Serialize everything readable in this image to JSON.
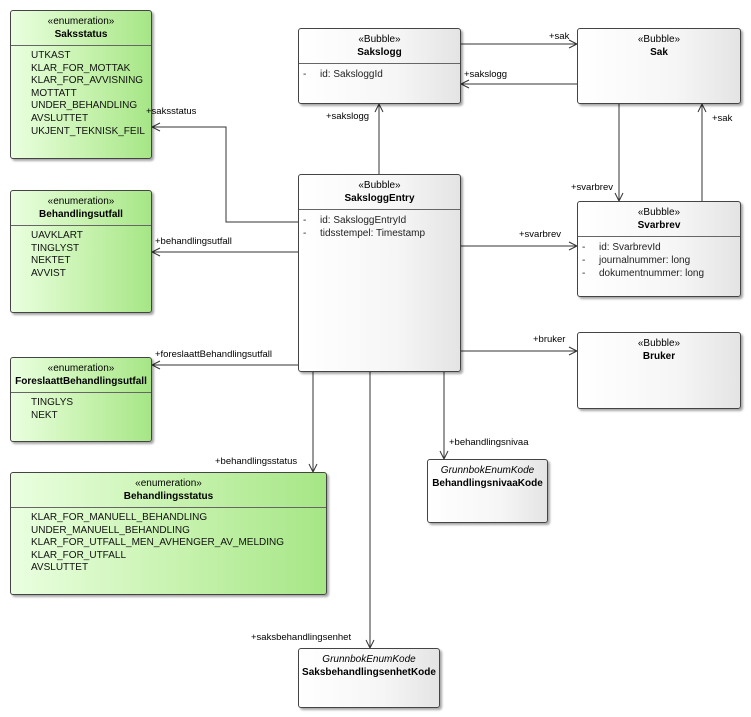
{
  "classes": {
    "saksstatus": {
      "stereotype": "«enumeration»",
      "name": "Saksstatus",
      "literals": [
        "UTKAST",
        "KLAR_FOR_MOTTAK",
        "KLAR_FOR_AVVISNING",
        "MOTTATT",
        "UNDER_BEHANDLING",
        "AVSLUTTET",
        "UKJENT_TEKNISK_FEIL"
      ]
    },
    "behandlingsutfall": {
      "stereotype": "«enumeration»",
      "name": "Behandlingsutfall",
      "literals": [
        "UAVKLART",
        "TINGLYST",
        "NEKTET",
        "AVVIST"
      ]
    },
    "foreslaatt": {
      "stereotype": "«enumeration»",
      "name": "ForeslaattBehandlingsutfall",
      "literals": [
        "TINGLYS",
        "NEKT"
      ]
    },
    "behandlingsstatus": {
      "stereotype": "«enumeration»",
      "name": "Behandlingsstatus",
      "literals": [
        "KLAR_FOR_MANUELL_BEHANDLING",
        "UNDER_MANUELL_BEHANDLING",
        "KLAR_FOR_UTFALL_MEN_AVHENGER_AV_MELDING",
        "KLAR_FOR_UTFALL",
        "AVSLUTTET"
      ]
    },
    "sakslogg": {
      "stereotype": "«Bubble»",
      "name": "Sakslogg",
      "attributes": [
        {
          "vis": "-",
          "text": "id: SaksloggId"
        }
      ]
    },
    "sak": {
      "stereotype": "«Bubble»",
      "name": "Sak"
    },
    "saksloggentry": {
      "stereotype": "«Bubble»",
      "name": "SaksloggEntry",
      "attributes": [
        {
          "vis": "-",
          "text": "id: SaksloggEntryId"
        },
        {
          "vis": "-",
          "text": "tidsstempel: Timestamp"
        }
      ]
    },
    "svarbrev": {
      "stereotype": "«Bubble»",
      "name": "Svarbrev",
      "attributes": [
        {
          "vis": "-",
          "text": "id: SvarbrevId"
        },
        {
          "vis": "-",
          "text": "journalnummer: long"
        },
        {
          "vis": "-",
          "text": "dokumentnummer: long"
        }
      ]
    },
    "bruker": {
      "stereotype": "«Bubble»",
      "name": "Bruker"
    },
    "behandlingsnivaa": {
      "stereotype": "GrunnbokEnumKode",
      "name": "BehandlingsnivaaKode"
    },
    "saksbehandlingsenhet": {
      "stereotype": "GrunnbokEnumKode",
      "name": "SaksbehandlingsenhetKode"
    }
  },
  "associations": {
    "sak_from_sakslogg": "+sak",
    "sakslogg_from_sak": "+sakslogg",
    "saksstatus": "+saksstatus",
    "sakslogg_from_entry": "+sakslogg",
    "svarbrev_from_sak": "+svarbrev",
    "sak_from_svarbrev": "+sak",
    "behandlingsutfall": "+behandlingsutfall",
    "svarbrev_from_entry": "+svarbrev",
    "bruker": "+bruker",
    "foreslaatt": "+foreslaattBehandlingsutfall",
    "behandlingsnivaa": "+behandlingsnivaa",
    "behandlingsstatus": "+behandlingsstatus",
    "saksbehandlingsenhet": "+saksbehandlingsenhet"
  }
}
